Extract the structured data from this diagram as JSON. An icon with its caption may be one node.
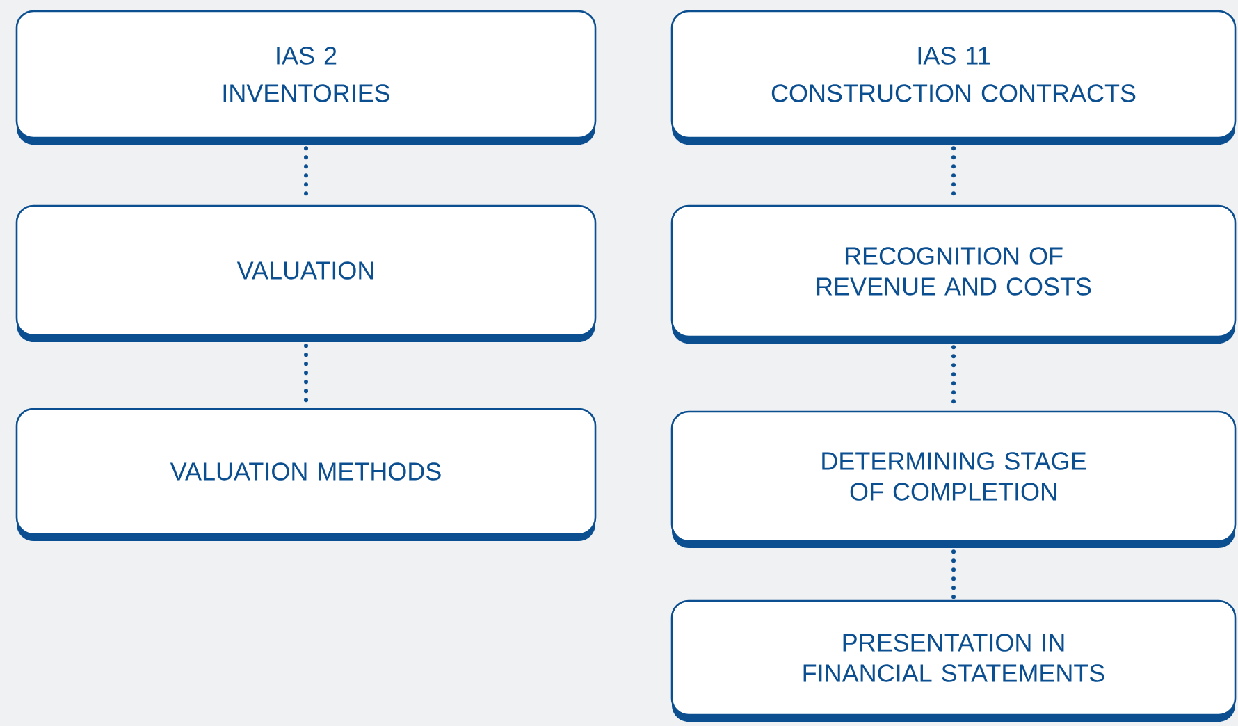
{
  "diagram": {
    "nodes": [
      {
        "text": [
          "IAS 2",
          "INVENTORIES"
        ]
      },
      {
        "text": [
          "VALUATION"
        ]
      },
      {
        "text": [
          "VALUATION METHODS"
        ]
      },
      {
        "text": [
          "IAS 11",
          "CONSTRUCTION CONTRACTS"
        ]
      },
      {
        "text": [
          "RECOGNITION OF REVENUE AND COSTS"
        ]
      },
      {
        "text": [
          "DETERMINING STAGE OF COMPLETION"
        ]
      },
      {
        "text": [
          "PRESENTATION IN FINANCIAL STATEMENTS"
        ]
      }
    ],
    "edges": [
      {
        "from": 0,
        "to": 1,
        "arrow": "none"
      },
      {
        "from": 1,
        "to": 2,
        "arrow": "none"
      },
      {
        "from": 3,
        "to": 4,
        "arrow": "none"
      },
      {
        "from": 4,
        "to": 5,
        "arrow": "none"
      },
      {
        "from": 5,
        "to": 6,
        "arrow": "none"
      }
    ]
  }
}
